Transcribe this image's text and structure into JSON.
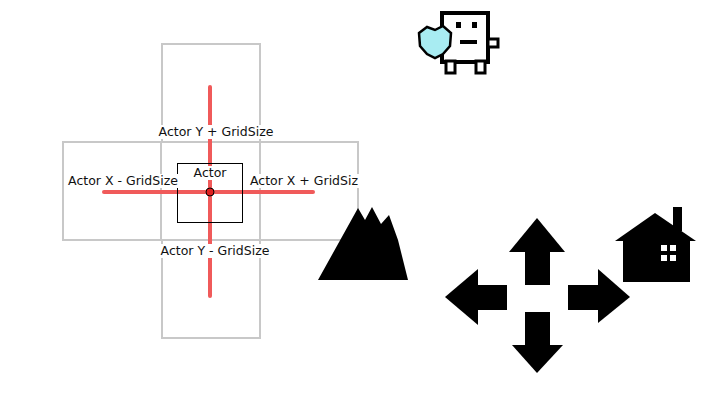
{
  "diagram": {
    "nodes": [
      {
        "text": [
          "Actor"
        ]
      }
    ],
    "labels": [
      "Actor Y + GridSize",
      "Actor X - GridSize",
      "Actor X + GridSiz",
      "Actor Y - GridSize"
    ]
  }
}
